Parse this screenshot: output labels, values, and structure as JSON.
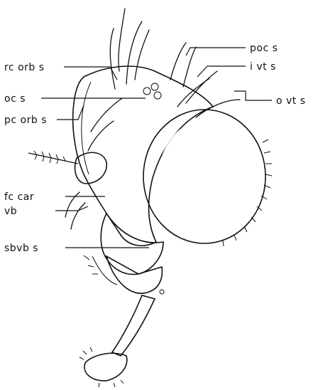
{
  "labels": {
    "poc_s": "poc s",
    "i_vt_s": "i vt s",
    "o_vt_s": "o vt s",
    "rc_orb_s": "rc orb s",
    "oc_s": "oc s",
    "pc_orb_s": "pc orb s",
    "fc_car": "fc car",
    "vb": "vb",
    "sbvb_s": "sbvb s"
  },
  "colors": {
    "ink": "#111111",
    "background": "#ffffff"
  }
}
